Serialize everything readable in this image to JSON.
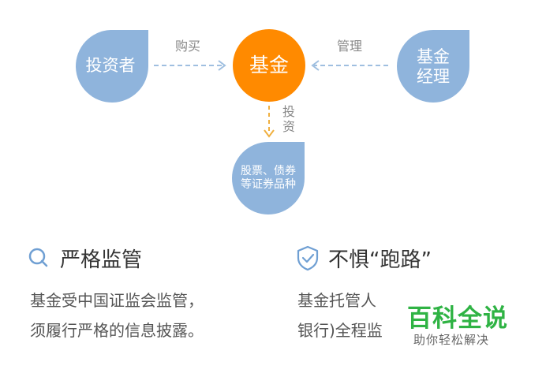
{
  "diagram": {
    "nodes": {
      "investor": "投资者",
      "fund": "基金",
      "manager": [
        "基金",
        "经理"
      ],
      "assets": [
        "股票、债券",
        "等证券品种"
      ]
    },
    "edges": {
      "buy": "购买",
      "manage": "管理",
      "invest": [
        "投",
        "资"
      ]
    }
  },
  "features": {
    "regulated": {
      "icon": "search-icon",
      "title": "严格监管",
      "lines": [
        "基金受中国证监会监管，",
        "须履行严格的信息披露。"
      ]
    },
    "safe": {
      "icon": "shield-check-icon",
      "title": "不惧“跑路”",
      "lines": [
        "基金托管人",
        "银行)全程监"
      ]
    }
  },
  "watermark": {
    "brand": "百科全说",
    "tagline": "助你轻松解决"
  },
  "colors": {
    "node_blue": "#8fb4dc",
    "node_orange": "#ff8a00",
    "arrow": "#9fbfe0",
    "invest_arrow": "#f0b040",
    "icon_blue": "#6f9fd3",
    "brand_green": "#2fb344"
  }
}
